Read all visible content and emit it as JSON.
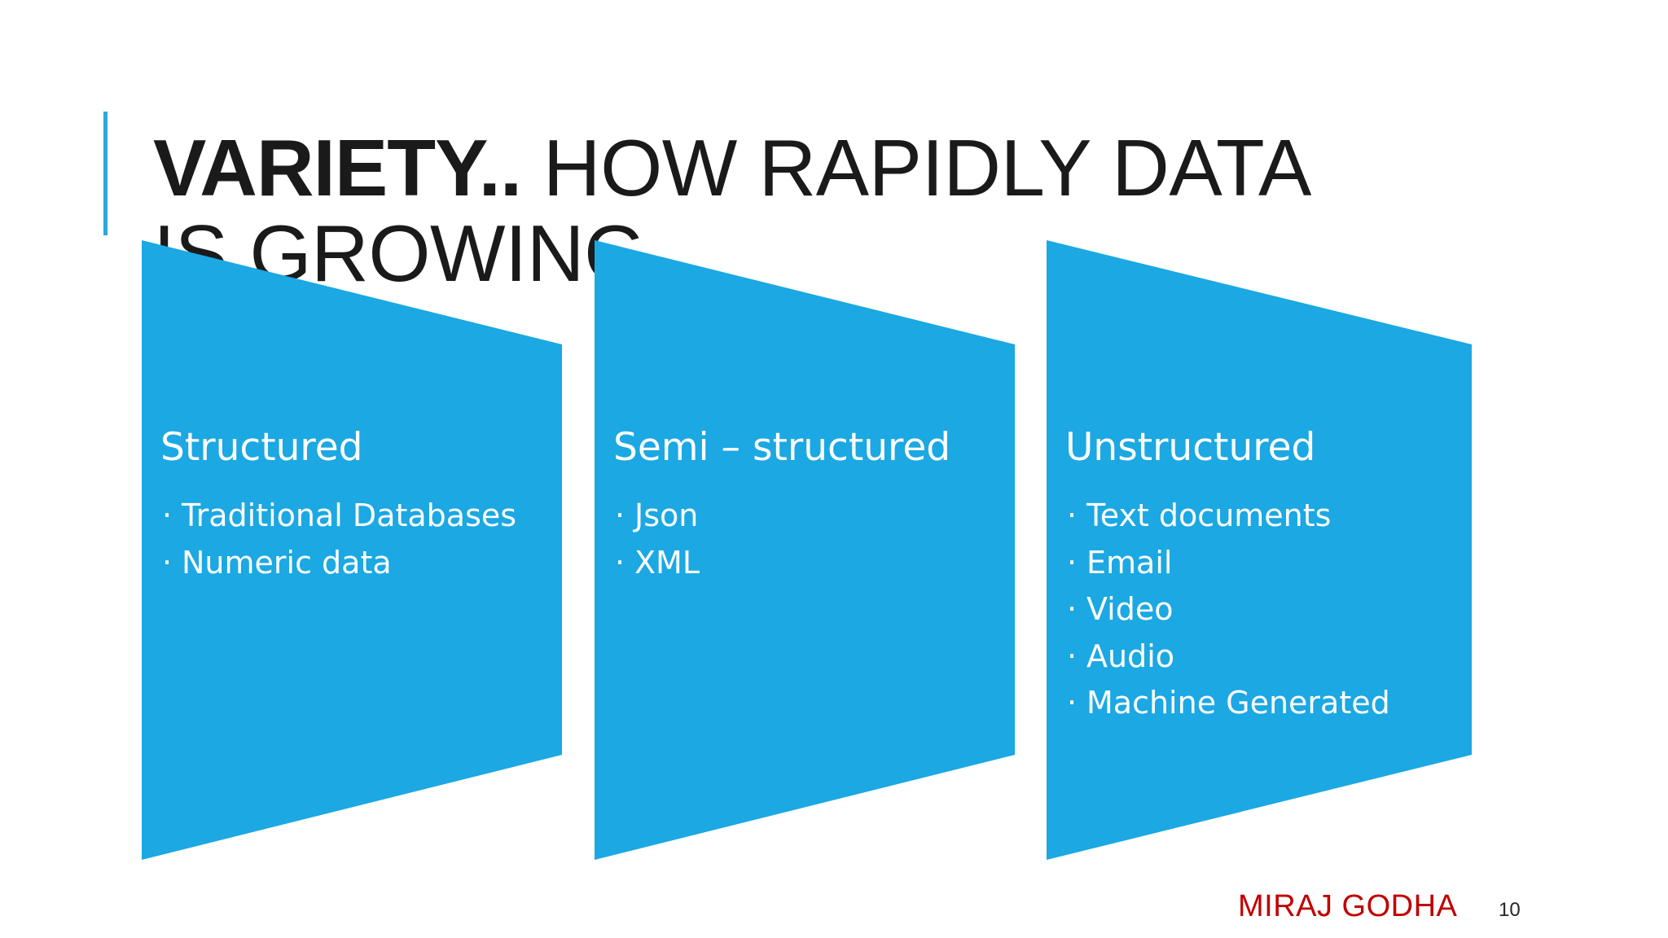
{
  "slide": {
    "title_strong": "VARIETY..",
    "title_rest": " HOW RAPIDLY DATA IS GROWING",
    "accent_color": "#2BA9E0",
    "panel_color": "#1BA8E3",
    "background_color": "#FFFFFF"
  },
  "panels": [
    {
      "id": "structured",
      "heading": "Structured",
      "bullets": [
        "Traditional Databases",
        "Numeric data"
      ]
    },
    {
      "id": "semi-structured",
      "heading": "Semi – structured",
      "bullets": [
        "Json",
        "XML"
      ]
    },
    {
      "id": "unstructured",
      "heading": "Unstructured",
      "bullets": [
        "Text documents",
        "Email",
        "Video",
        "Audio",
        "Machine Generated"
      ]
    }
  ],
  "bullet_glyph": "·",
  "footer": {
    "author": "MIRAJ GODHA",
    "author_color": "#C00000",
    "page_number": "10"
  }
}
